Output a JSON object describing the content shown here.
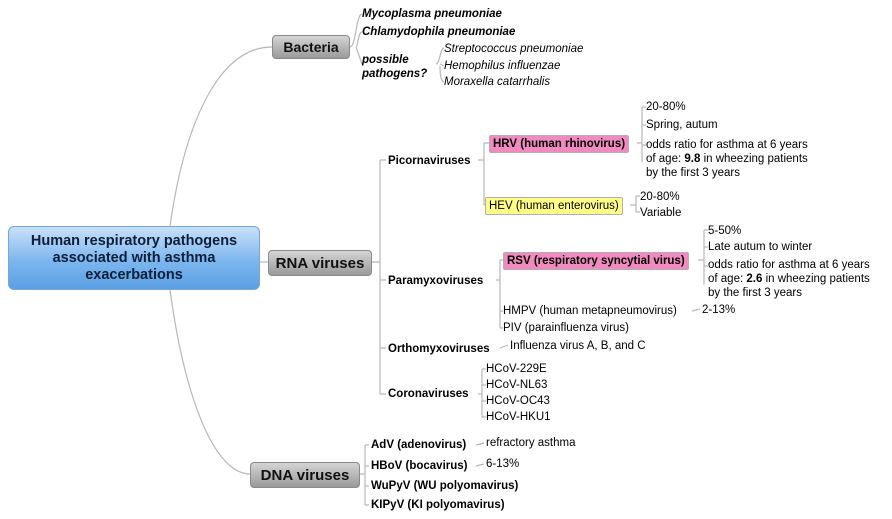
{
  "root": {
    "title": "Human respiratory pathogens associated with asthma exacerbations"
  },
  "bacteria": {
    "label": "Bacteria",
    "items": [
      "Mycoplasma pneumoniae",
      "Chlamydophila pneumoniae"
    ],
    "possible_label_1": "possible",
    "possible_label_2": "pathogens?",
    "possible_items": [
      "Streptococcus pneumoniae",
      "Hemophilus influenzae",
      "Moraxella catarrhalis"
    ]
  },
  "rna": {
    "label": "RNA viruses",
    "picorna": {
      "label": "Picornaviruses",
      "hrv": {
        "label": "HRV (human rhinovirus)",
        "prevalence": "20-80%",
        "season": "Spring, autum",
        "odds_1": "odds ratio for asthma at 6 years",
        "odds_2a": "of age: ",
        "odds_value": "9.8",
        "odds_2b": " in wheezing patients",
        "odds_3": "by the first 3 years"
      },
      "hev": {
        "label": "HEV (human enterovirus)",
        "prevalence": "20-80%",
        "season": "Variable"
      }
    },
    "paramyxo": {
      "label": "Paramyxoviruses",
      "rsv": {
        "label": "RSV (respiratory syncytial virus)",
        "prevalence": "5-50%",
        "season": "Late autum to winter",
        "odds_1": "odds ratio for asthma at 6 years",
        "odds_2a": "of age: ",
        "odds_value": "2.6",
        "odds_2b": " in wheezing patients",
        "odds_3": "by the first 3 years"
      },
      "hmpv": {
        "label": "HMPV (human metapneumovirus)",
        "prevalence": "2-13%"
      },
      "piv": {
        "label": "PIV (parainfluenza virus)"
      }
    },
    "orthomyxo": {
      "label": "Orthomyxoviruses",
      "detail": "Influenza virus A, B, and C"
    },
    "corona": {
      "label": "Coronaviruses",
      "items": [
        "HCoV-229E",
        "HCoV-NL63",
        "HCoV-OC43",
        "HCoV-HKU1"
      ]
    }
  },
  "dna": {
    "label": "DNA viruses",
    "adv": {
      "label": "AdV (adenovirus)",
      "detail": "refractory asthma"
    },
    "hbov": {
      "label": "HBoV (bocavirus)",
      "detail": "6-13%"
    },
    "wupyv": {
      "label": "WuPyV (WU polyomavirus)"
    },
    "kipyv": {
      "label": "KIPyV (KI polyomavirus)"
    }
  }
}
